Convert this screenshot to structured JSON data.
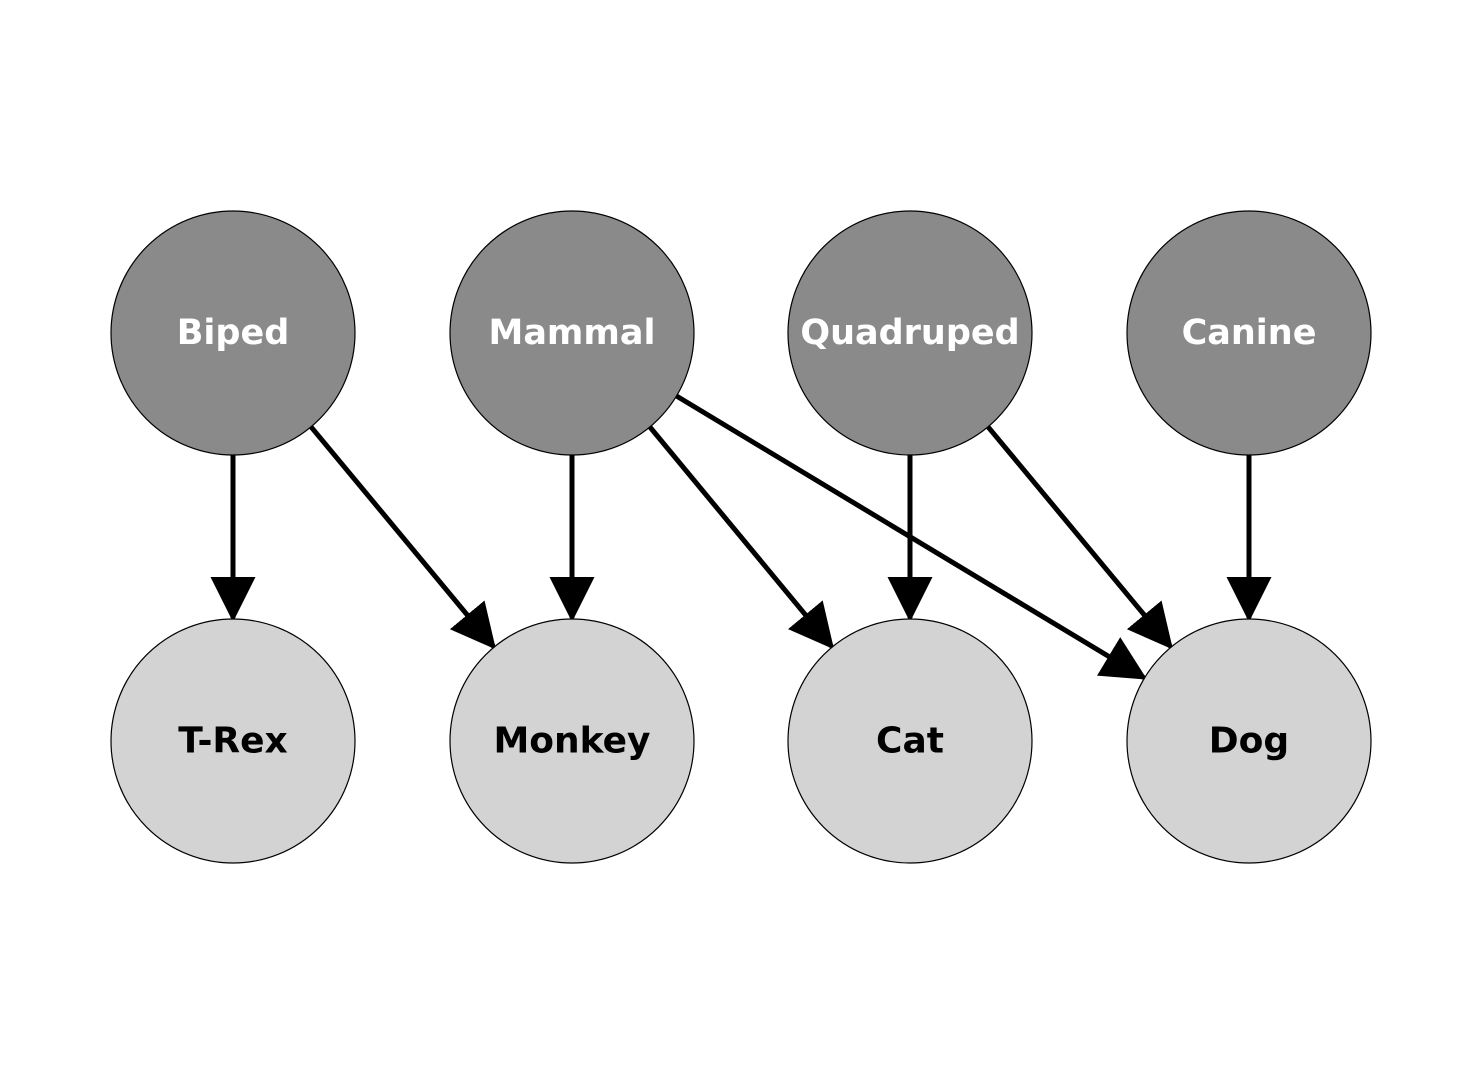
{
  "diagram": {
    "colors": {
      "background": "#ffffff",
      "category_fill": "#8a8a8a",
      "category_text": "#ffffff",
      "instance_fill": "#d3d3d3",
      "instance_text": "#000000",
      "outline": "#000000",
      "edge": "#000000"
    },
    "categories": [
      {
        "id": "biped",
        "label": "Biped"
      },
      {
        "id": "mammal",
        "label": "Mammal"
      },
      {
        "id": "quadruped",
        "label": "Quadruped"
      },
      {
        "id": "canine",
        "label": "Canine"
      }
    ],
    "instances": [
      {
        "id": "trex",
        "label": "T-Rex"
      },
      {
        "id": "monkey",
        "label": "Monkey"
      },
      {
        "id": "cat",
        "label": "Cat"
      },
      {
        "id": "dog",
        "label": "Dog"
      }
    ],
    "edges": [
      {
        "from": "biped",
        "to": "trex"
      },
      {
        "from": "biped",
        "to": "monkey"
      },
      {
        "from": "mammal",
        "to": "monkey"
      },
      {
        "from": "mammal",
        "to": "cat"
      },
      {
        "from": "mammal",
        "to": "dog"
      },
      {
        "from": "quadruped",
        "to": "cat"
      },
      {
        "from": "quadruped",
        "to": "dog"
      },
      {
        "from": "canine",
        "to": "dog"
      }
    ]
  }
}
